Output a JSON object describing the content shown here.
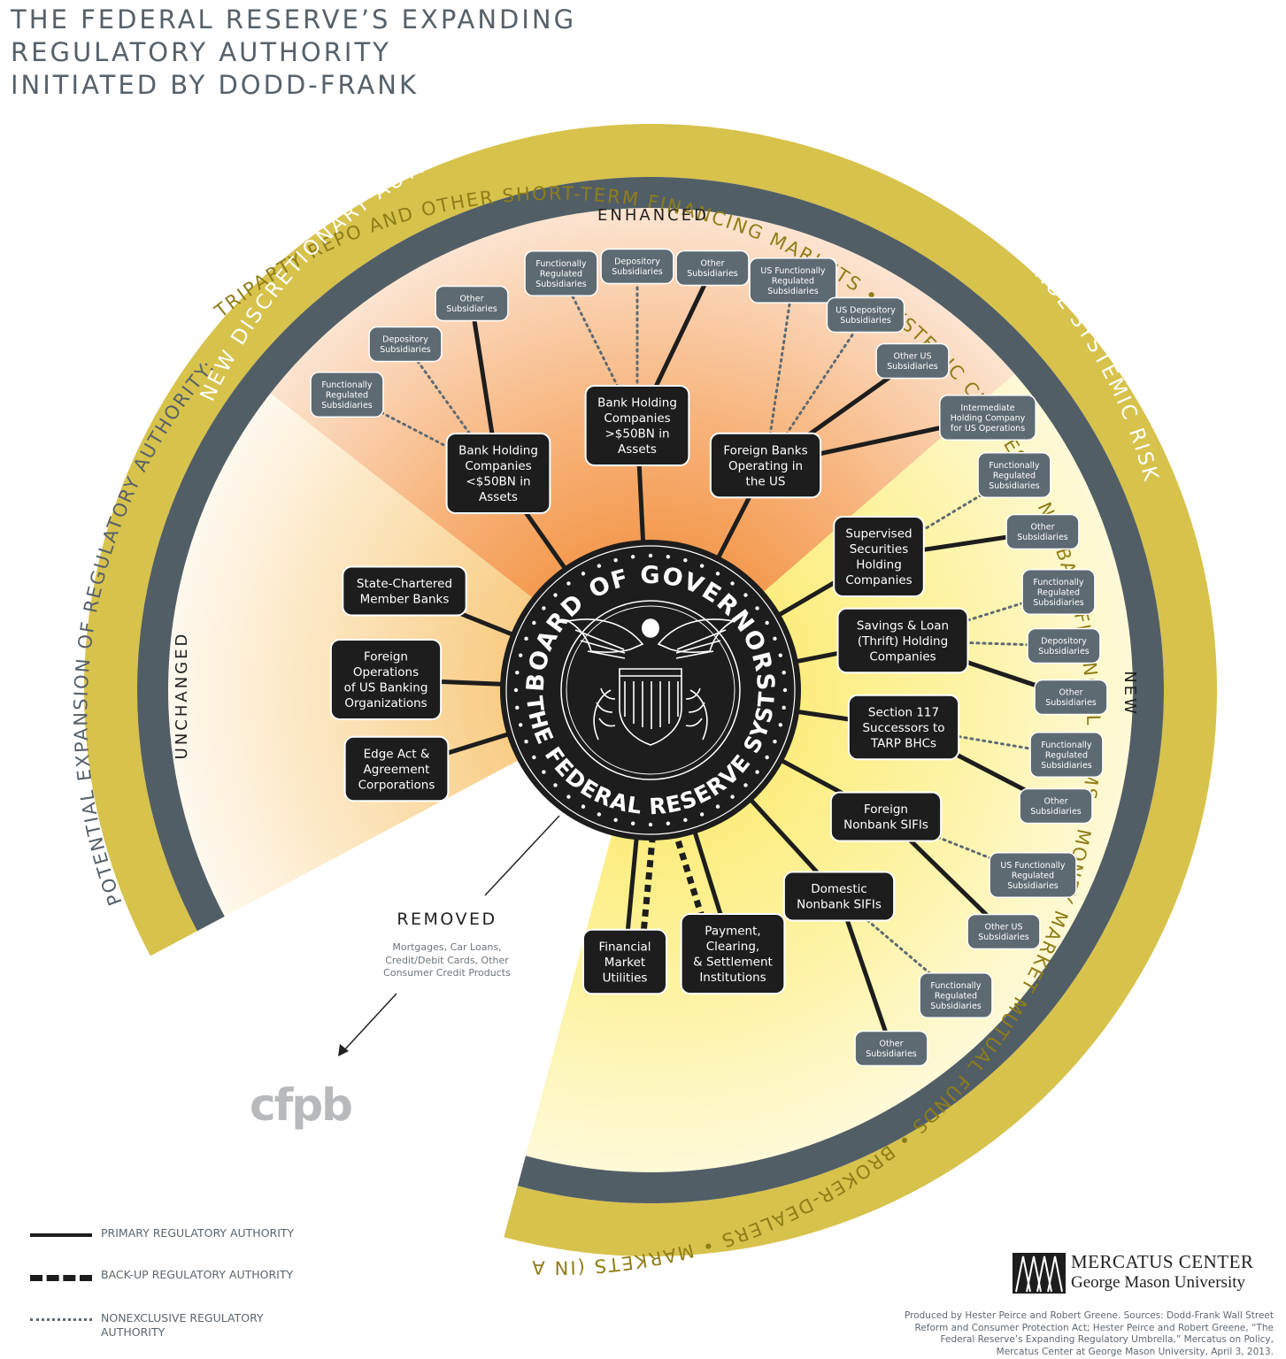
{
  "title": [
    "THE FEDERAL RESERVE’S EXPANDING",
    "REGULATORY AUTHORITY",
    "INITIATED BY DODD-FRANK"
  ],
  "arc_text": {
    "outer_label": "POTENTIAL EXPANSION OF REGULATORY AUTHORITY:",
    "outer_items": "TRIPARTY REPO AND OTHER SHORT-TERM FINANCING MARKETS • SYSTEMIC CLASSES OF NONBANK FINANCIAL FIRMS • MONEY MARKET MUTUAL FUNDS • BROKER-DEALERS • MARKETS (IN ADDITION TO FIRMS)",
    "inner": "NEW DISCRETIONARY AUTHORITY TO SUPERVISE FINANCIAL STABILITY AND CONTROL SYSTEMIC RISK"
  },
  "sectors": {
    "enhanced": "ENHANCED",
    "unchanged": "UNCHANGED",
    "new": "NEW"
  },
  "seal": {
    "top": "BOARD OF GOVERNORS",
    "bottom": "OF THE FEDERAL RESERVE SYSTEM"
  },
  "colors": {
    "gold": "#d7c24c",
    "slate": "#525e66",
    "box": "#1d1d1d",
    "subbox": "#5e6a72",
    "orange": "#f28e3c",
    "yellow": "#fdf08a"
  },
  "main_nodes": [
    {
      "id": "bhc-lt50",
      "lines": [
        "Bank Holding",
        "Companies",
        "<$50BN in",
        "Assets"
      ]
    },
    {
      "id": "bhc-gt50",
      "lines": [
        "Bank Holding",
        "Companies",
        ">$50BN in",
        "Assets"
      ]
    },
    {
      "id": "foreign-banks",
      "lines": [
        "Foreign Banks",
        "Operating in",
        "the US"
      ]
    },
    {
      "id": "state-chartered",
      "lines": [
        "State-Chartered",
        "Member Banks"
      ]
    },
    {
      "id": "foreign-ops",
      "lines": [
        "Foreign",
        "Operations",
        "of US Banking",
        "Organizations"
      ]
    },
    {
      "id": "edge-act",
      "lines": [
        "Edge Act &",
        "Agreement",
        "Corporations"
      ]
    },
    {
      "id": "supervised-securities",
      "lines": [
        "Supervised",
        "Securities",
        "Holding",
        "Companies"
      ]
    },
    {
      "id": "savings-loan",
      "lines": [
        "Savings & Loan",
        "(Thrift) Holding",
        "Companies"
      ]
    },
    {
      "id": "section-117",
      "lines": [
        "Section 117",
        "Successors to",
        "TARP BHCs"
      ]
    },
    {
      "id": "foreign-nonbank",
      "lines": [
        "Foreign",
        "Nonbank SIFIs"
      ]
    },
    {
      "id": "domestic-nonbank",
      "lines": [
        "Domestic",
        "Nonbank SIFIs"
      ]
    },
    {
      "id": "fmu",
      "lines": [
        "Financial",
        "Market",
        "Utilities"
      ]
    },
    {
      "id": "payment",
      "lines": [
        "Payment,",
        "Clearing,",
        "& Settlement",
        "Institutions"
      ]
    }
  ],
  "sub_nodes": [
    {
      "lines": [
        "Functionally",
        "Regulated",
        "Subsidiaries"
      ]
    },
    {
      "lines": [
        "Depository",
        "Subsidiaries"
      ]
    },
    {
      "lines": [
        "Other",
        "Subsidiaries"
      ]
    },
    {
      "lines": [
        "Functionally",
        "Regulated",
        "Subsidiaries"
      ]
    },
    {
      "lines": [
        "Depository",
        "Subsidiaries"
      ]
    },
    {
      "lines": [
        "Other",
        "Subsidiaries"
      ]
    },
    {
      "lines": [
        "US Functionally",
        "Regulated",
        "Subsidiaries"
      ]
    },
    {
      "lines": [
        "US Depository",
        "Subsidiaries"
      ]
    },
    {
      "lines": [
        "Other US",
        "Subsidiaries"
      ]
    },
    {
      "lines": [
        "Intermediate",
        "Holding Company",
        "for US Operations"
      ]
    },
    {
      "lines": [
        "Functionally",
        "Regulated",
        "Subsidiaries"
      ]
    },
    {
      "lines": [
        "Other",
        "Subsidiaries"
      ]
    },
    {
      "lines": [
        "Functionally",
        "Regulated",
        "Subsidiaries"
      ]
    },
    {
      "lines": [
        "Depository",
        "Subsidiaries"
      ]
    },
    {
      "lines": [
        "Other",
        "Subsidiaries"
      ]
    },
    {
      "lines": [
        "Functionally",
        "Regulated",
        "Subsidiaries"
      ]
    },
    {
      "lines": [
        "Other",
        "Subsidiaries"
      ]
    },
    {
      "lines": [
        "US Functionally",
        "Regulated",
        "Subsidiaries"
      ]
    },
    {
      "lines": [
        "Other US",
        "Subsidiaries"
      ]
    },
    {
      "lines": [
        "Functionally",
        "Regulated",
        "Subsidiaries"
      ]
    },
    {
      "lines": [
        "Other",
        "Subsidiaries"
      ]
    }
  ],
  "removed": {
    "title": "REMOVED",
    "description": "Mortgages, Car Loans, Credit/Debit Cards, Other Consumer Credit Products",
    "destination": "cfpb"
  },
  "legend": [
    {
      "style": "solid",
      "label": "PRIMARY REGULATORY AUTHORITY"
    },
    {
      "style": "dashed",
      "label": "BACK-UP REGULATORY AUTHORITY"
    },
    {
      "style": "dotted",
      "label": "NONEXCLUSIVE REGULATORY AUTHORITY"
    }
  ],
  "logo": {
    "name": "MERCATUS CENTER",
    "sub": "George Mason University"
  },
  "credits": "Produced by Hester Peirce and Robert Greene. Sources: Dodd-Frank Wall Street Reform and Consumer Protection Act; Hester Peirce and Robert Greene, “The Federal Reserve’s Expanding Regulatory Umbrella,” Mercatus on Policy, Mercatus Center at George Mason University, April 3, 2013."
}
